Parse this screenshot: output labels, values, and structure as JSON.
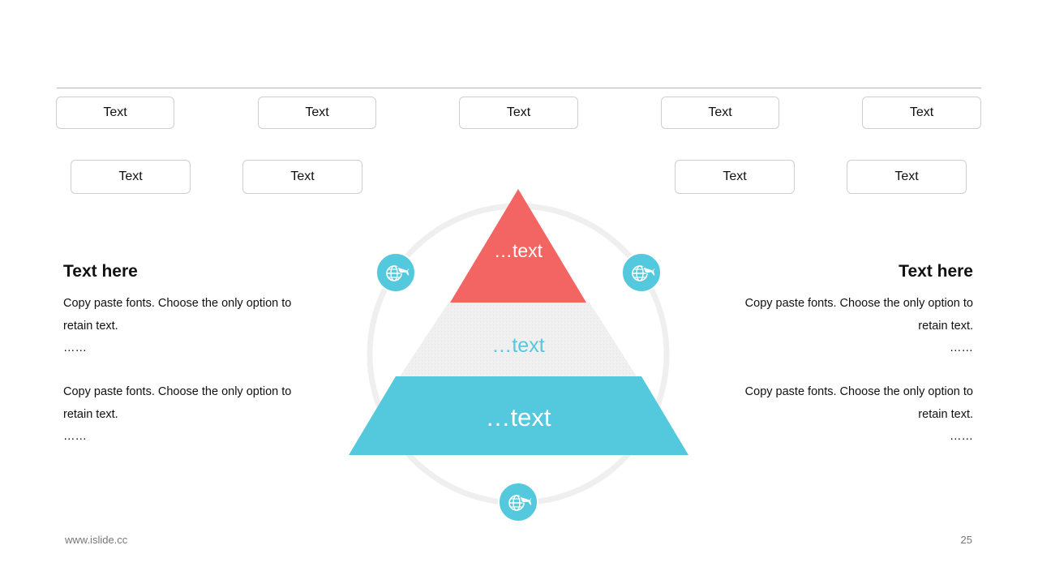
{
  "tag_boxes_row1": [
    "Text",
    "Text",
    "Text",
    "Text",
    "Text"
  ],
  "tag_boxes_row2": [
    "Text",
    "Text",
    "Text",
    "Text"
  ],
  "left_panel": {
    "title": "Text here",
    "paragraphs": [
      {
        "text": "Copy paste fonts. Choose the only option to retain text.",
        "ellipsis": "……"
      },
      {
        "text": "Copy paste fonts. Choose the only option to retain text.",
        "ellipsis": "……"
      }
    ]
  },
  "right_panel": {
    "title": "Text here",
    "paragraphs": [
      {
        "text": "Copy paste fonts. Choose the only option to retain text.",
        "ellipsis": "……"
      },
      {
        "text": "Copy paste fonts. Choose the only option to retain text.",
        "ellipsis": "……"
      }
    ]
  },
  "pyramid": {
    "top_label": "…text",
    "middle_label": "…text",
    "bottom_label": "…text",
    "icon": "globe-plane-icon",
    "colors": {
      "top": "#f26563",
      "middle": "#efefef",
      "bottom": "#54c8dc",
      "ring": "#efefef",
      "icon_bg": "#54c8dc",
      "middle_text": "#54c8dc"
    }
  },
  "footer": {
    "website": "www.islide.cc",
    "page_number": "25"
  }
}
